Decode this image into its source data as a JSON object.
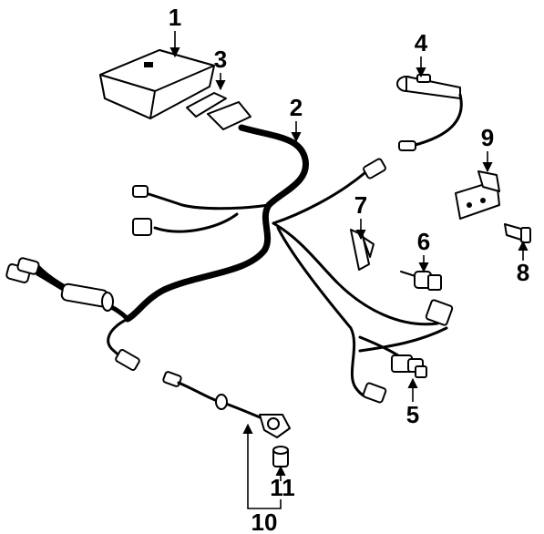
{
  "callouts": [
    {
      "id": "1",
      "label": "1",
      "part": "control-module"
    },
    {
      "id": "2",
      "label": "2",
      "part": "wiring-harness"
    },
    {
      "id": "3",
      "label": "3",
      "part": "harness-connector"
    },
    {
      "id": "4",
      "label": "4",
      "part": "cruise-control-switch"
    },
    {
      "id": "5",
      "label": "5",
      "part": "vacuum-valve"
    },
    {
      "id": "6",
      "label": "6",
      "part": "release-switch"
    },
    {
      "id": "7",
      "label": "7",
      "part": "mounting-bracket"
    },
    {
      "id": "8",
      "label": "8",
      "part": "brake-switch"
    },
    {
      "id": "9",
      "label": "9",
      "part": "switch-bracket"
    },
    {
      "id": "10",
      "label": "10",
      "part": "speed-sensor-lead"
    },
    {
      "id": "11",
      "label": "11",
      "part": "sensor-gear"
    }
  ]
}
